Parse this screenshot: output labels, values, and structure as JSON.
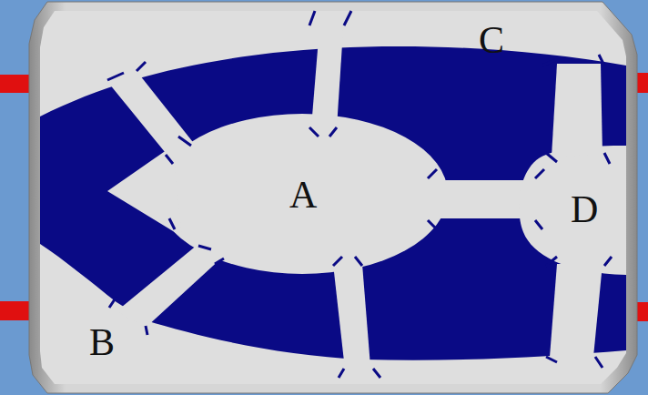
{
  "diagram": {
    "labels": [
      "C",
      "A",
      "D",
      "B"
    ]
  }
}
